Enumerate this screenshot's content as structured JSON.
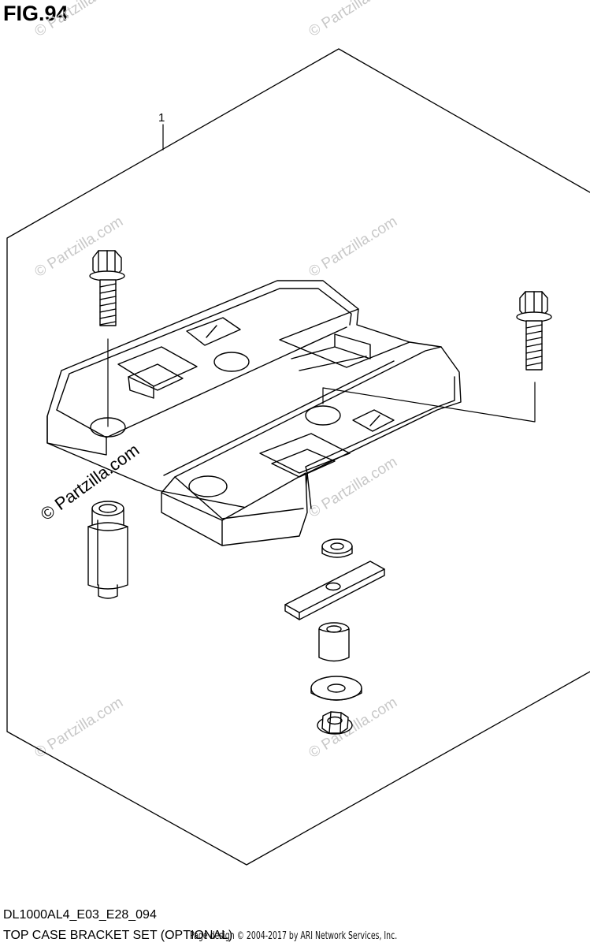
{
  "figure": {
    "title": "FIG.94",
    "model_code": "DL1000AL4_E03_E28_094",
    "caption": "TOP CASE BRACKET SET (OPTIONAL)",
    "copyright": "Page design © 2004-2017 by ARI Network Services, Inc."
  },
  "callouts": [
    {
      "label": "1"
    }
  ],
  "watermarks": {
    "light_text": "© Partzilla.com",
    "dark_text": "© Partzilla.com"
  },
  "colors": {
    "ink": "#000000",
    "background": "#ffffff",
    "watermark": "#c8c8c8"
  }
}
